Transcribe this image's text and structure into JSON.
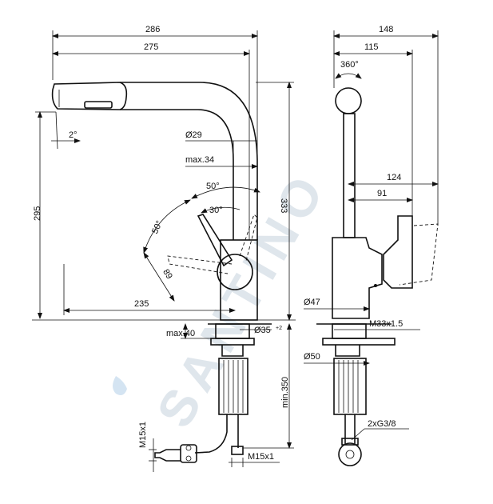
{
  "watermark": "SANTINO",
  "colors": {
    "line": "#111111",
    "watermark": "#dfe6ec",
    "watermark_accent": "#9fc3e3"
  },
  "front_view": {
    "width_overall": "286",
    "width_spout": "275",
    "spout_tilt": "2°",
    "diameter_body": "Ø29",
    "max_handle": "max.34",
    "angle_upper": "50°",
    "angle_lever": "30°",
    "angle_left": "50°",
    "lever_length": "89",
    "height_spout": "295",
    "height_total": "333",
    "reach_lever": "235",
    "max_deck": "max.40",
    "diameter_hole": "Ø35",
    "diameter_hole_tol": "+2",
    "min_hose": "min.350",
    "connection_vertical": "M15x1",
    "connection_horizontal": "M15x1"
  },
  "side_view": {
    "width_overall": "148",
    "width_body": "115",
    "rotation": "360°",
    "lever_depth": "124",
    "lever_offset": "91",
    "base_diameter": "Ø47",
    "thread": "M33x1.5",
    "plate_diameter": "Ø50",
    "hose_connection": "2xG3/8"
  }
}
